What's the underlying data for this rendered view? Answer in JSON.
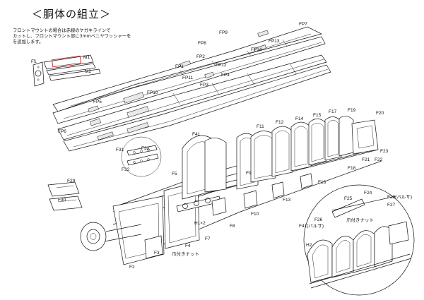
{
  "title": "＜胴体の組立＞",
  "note": {
    "line1": "フロントマウントの場合は赤線のケガキラインで",
    "line2": "カットし、フロントマウント部に3mmベニヤワッシャーを",
    "line3": "を追加します。"
  },
  "labels": {
    "F1": "F1",
    "M1": "M1",
    "M2": "M2",
    "FP9": "FP9",
    "FP7": "FP7",
    "FP8": "FP8",
    "FP13": "FP13",
    "FP14": "FP14",
    "FP2": "FP2",
    "FP1": "FP1",
    "FP12": "FP12",
    "FP11": "FP11",
    "FP4": "FP4",
    "FP3": "FP3",
    "FP10": "FP10",
    "FP5": "FP5",
    "FP6": "FP6",
    "F41": "F41",
    "F11": "F11",
    "F12": "F12",
    "F14": "F14",
    "F15": "F15",
    "F17": "F17",
    "F19": "F19",
    "F20": "F20",
    "F18": "F18",
    "F21": "F21",
    "F22": "F22",
    "F23": "F23",
    "F16": "F16",
    "F13": "F13",
    "F10": "F10",
    "F9": "F9",
    "F8": "F8",
    "F7": "F7",
    "F5": "F5",
    "F4": "F4",
    "F3": "F3",
    "F2": "F2",
    "F31": "F31",
    "F32a": "F32",
    "F32b": "F32",
    "F29": "F29",
    "F30": "F30",
    "H1": "H1×2",
    "tsumenut": "爪付きナット",
    "F25": "F25",
    "F24": "F24",
    "F28": "F28(バルサ)",
    "F27": "F27",
    "F26": "F26",
    "F41b": "F41(バルサ)",
    "tsumenut2": "爪付きナット",
    "H2": "H2"
  }
}
